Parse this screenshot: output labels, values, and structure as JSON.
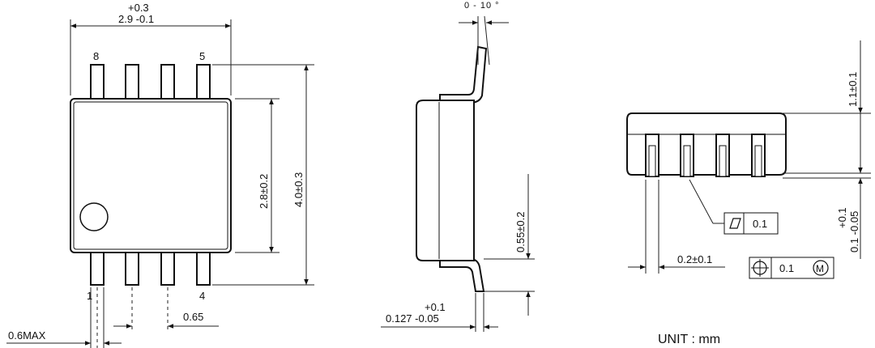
{
  "top_view": {
    "width_tol": "+0.3",
    "width_nom": "2.9 -0.1",
    "pin_8": "8",
    "pin_5": "5",
    "pin_1": "1",
    "pin_4": "4",
    "body_height": "2.8±0.2",
    "total_height": "4.0±0.3",
    "pitch": "0.65",
    "lead_width": "0.6MAX"
  },
  "side_view": {
    "angle": "0 - 10 °",
    "standoff": "0.55±0.2",
    "thickness_tol": "+0.1",
    "thickness_nom": "0.127 -0.05"
  },
  "end_view": {
    "height": "1.1±0.1",
    "gap_tol": "+0.1",
    "gap_nom": "0.1 -0.05",
    "lead_pitch": "0.2±0.1",
    "flatness_value": "0.1",
    "position_value": "0.1",
    "modifier": "M"
  },
  "unit": "UNIT : mm"
}
